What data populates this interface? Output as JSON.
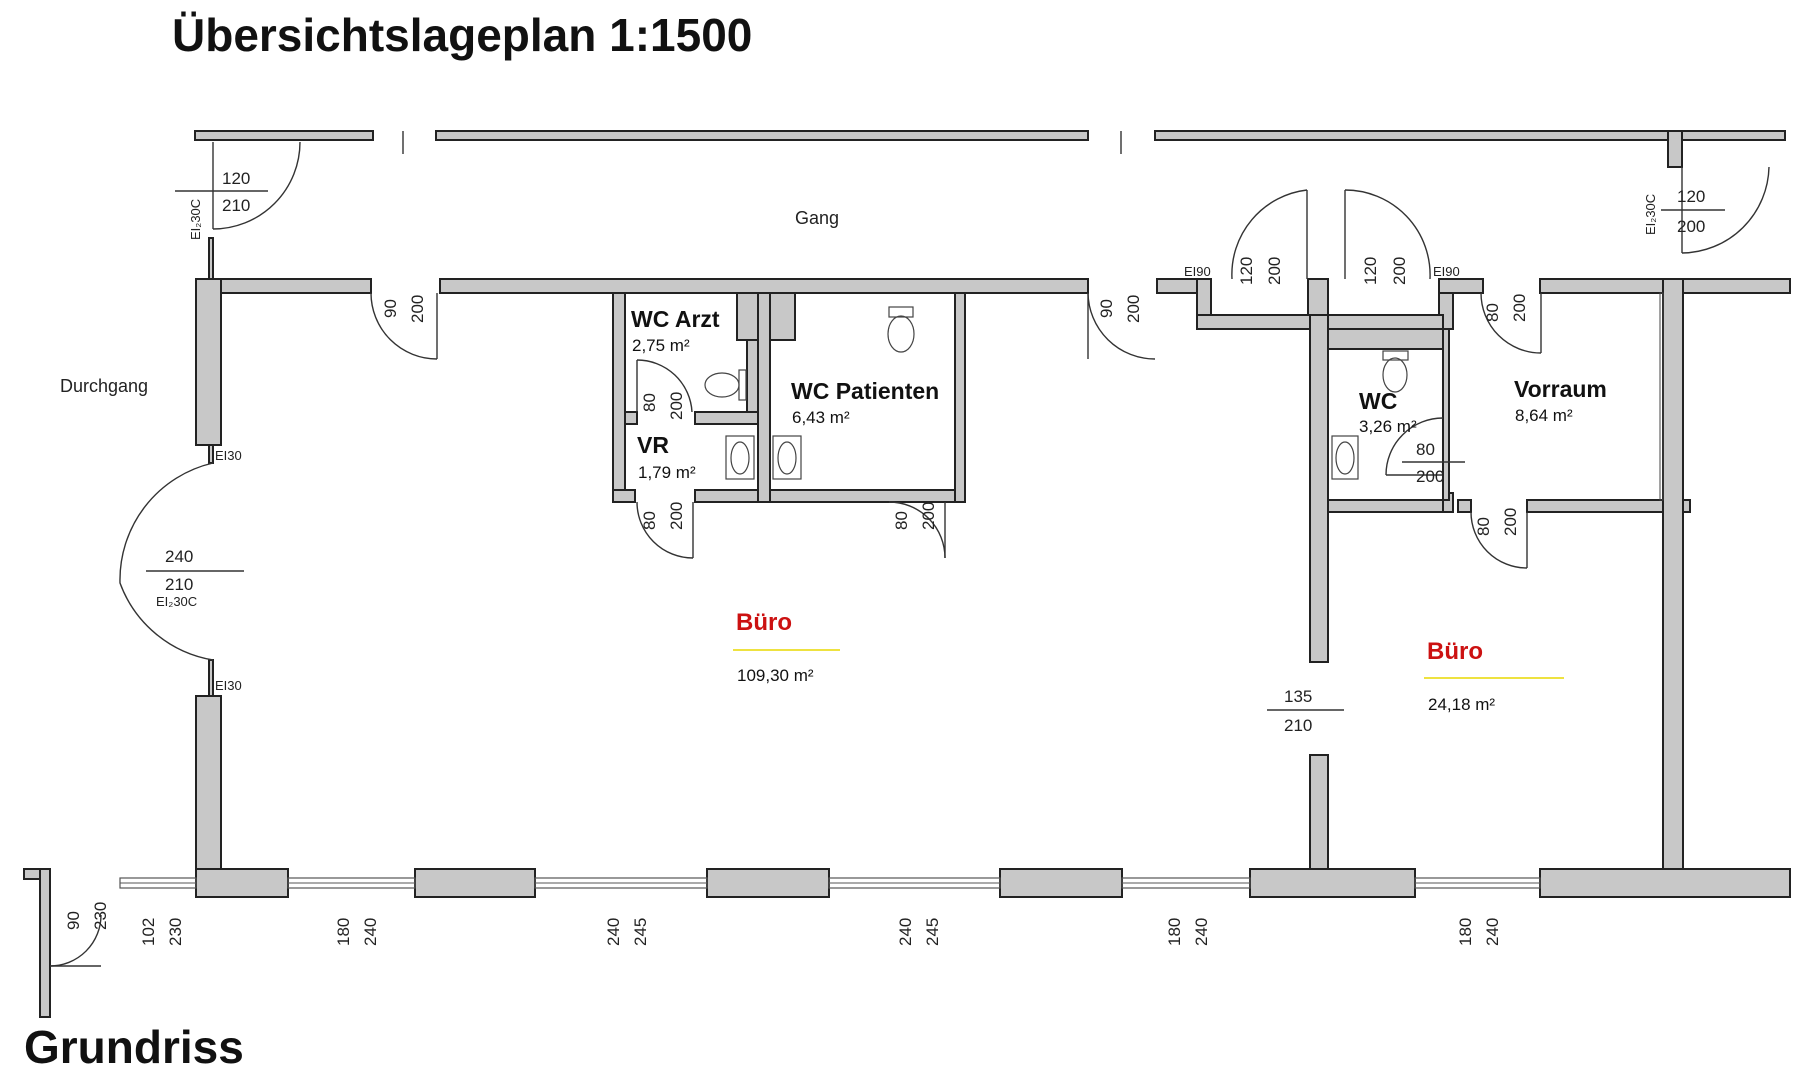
{
  "titles": {
    "main": "Übersichtslageplan 1:1500",
    "bottom": "Grundriss"
  },
  "labels": {
    "gang": "Gang",
    "durchgang": "Durchgang"
  },
  "rooms": {
    "wc_arzt": {
      "name": "WC Arzt",
      "area": "2,75 m²"
    },
    "vr": {
      "name": "VR",
      "area": "1,79 m²"
    },
    "wc_patienten": {
      "name": "WC Patienten",
      "area": "6,43 m²"
    },
    "wc": {
      "name": "WC",
      "area": "3,26 m²"
    },
    "vorraum": {
      "name": "Vorraum",
      "area": "8,64 m²"
    },
    "buero_main": {
      "name": "Büro",
      "area": "109,30 m²"
    },
    "buero_right": {
      "name": "Büro",
      "area": "24,18 m²"
    }
  },
  "fire_ratings": {
    "ei2_30c": "EI₂30C",
    "ei30": "EI30",
    "ei90": "EI90"
  },
  "doors": {
    "top_left": [
      "120",
      "210"
    ],
    "top_right": [
      "120",
      "200"
    ],
    "durchgang": [
      "240",
      "210"
    ],
    "gang_left": [
      "90",
      "200"
    ],
    "gang_mid": [
      "90",
      "200"
    ],
    "stair_left": [
      "120",
      "200"
    ],
    "stair_right": [
      "120",
      "200"
    ],
    "vorraum_top": [
      "80",
      "200"
    ],
    "wc_arzt": [
      "80",
      "200"
    ],
    "vr": [
      "80",
      "200"
    ],
    "wc_patienten": [
      "80",
      "200"
    ],
    "wc_right": [
      "80",
      "200"
    ],
    "vorraum_bottom": [
      "80",
      "200"
    ],
    "buero_opening": [
      "135",
      "210"
    ]
  },
  "windows": [
    [
      "90",
      "230"
    ],
    [
      "102",
      "230"
    ],
    [
      "180",
      "240"
    ],
    [
      "240",
      "245"
    ],
    [
      "240",
      "245"
    ],
    [
      "180",
      "240"
    ],
    [
      "180",
      "240"
    ]
  ]
}
